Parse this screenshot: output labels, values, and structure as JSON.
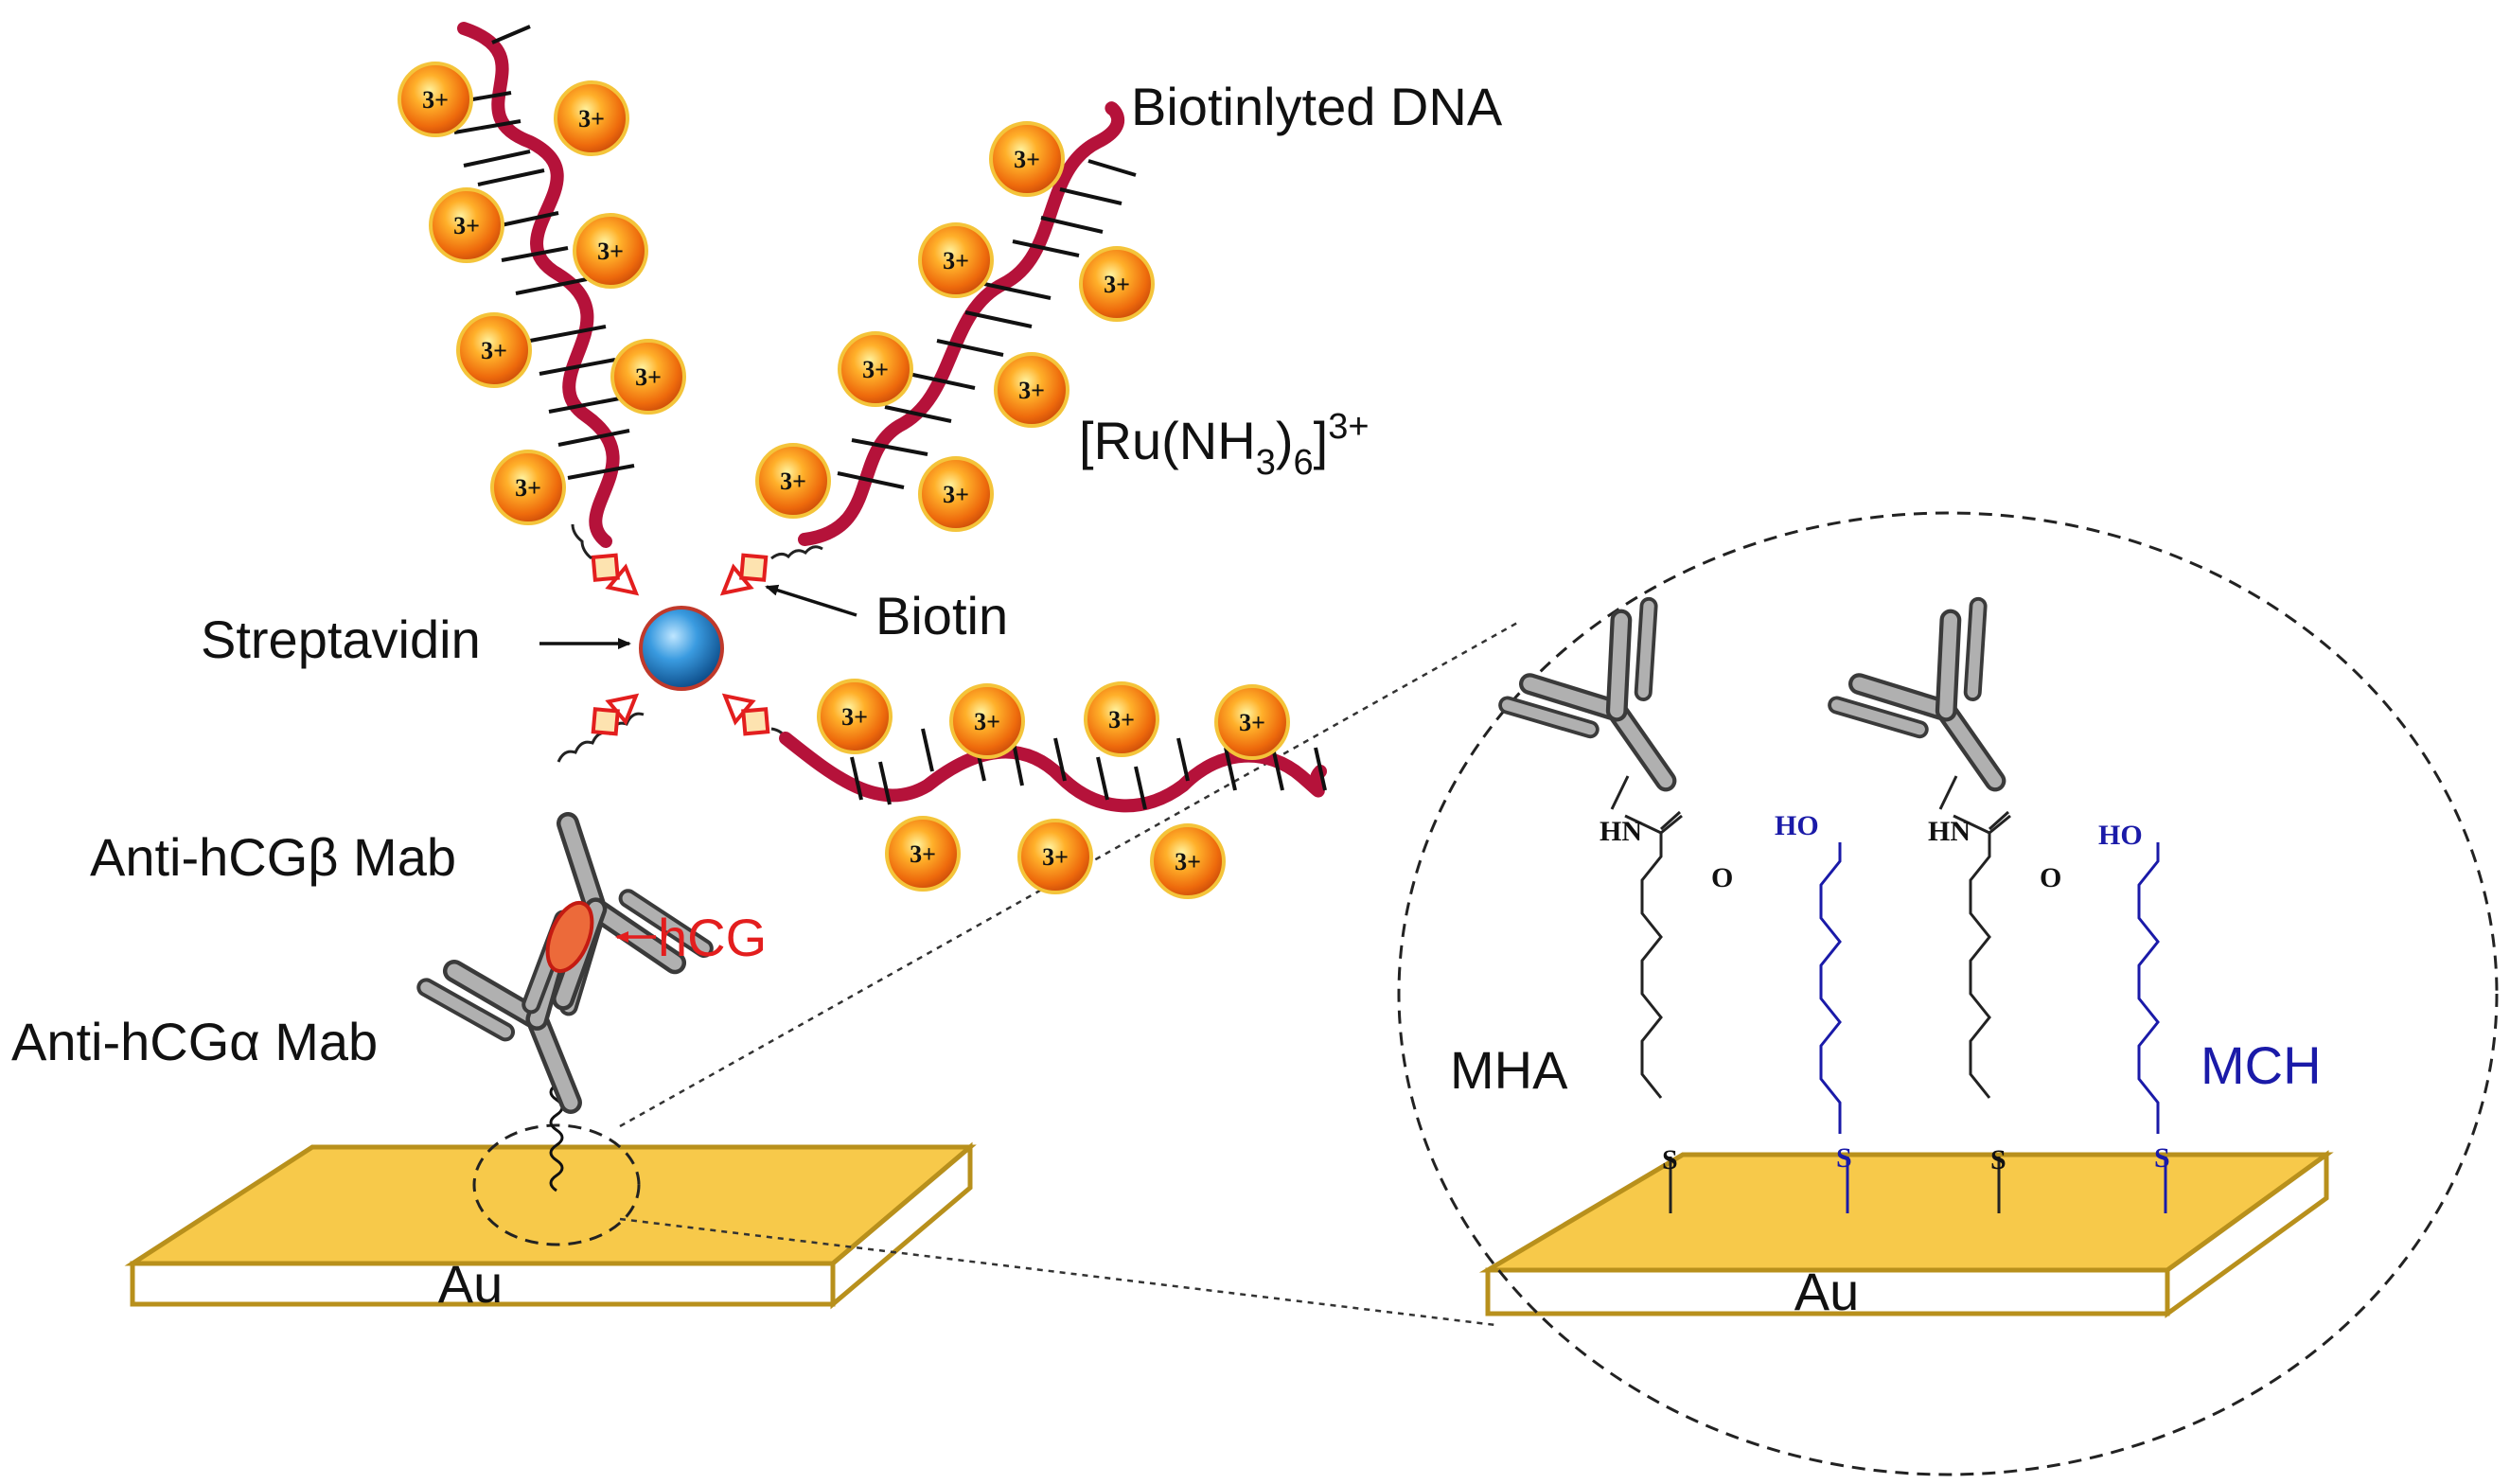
{
  "labels": {
    "biotinylated_dna": "Biotinlyted DNA",
    "ruthenium_base": "[Ru(NH",
    "ruthenium_sub3": "3",
    "ruthenium_close": ")",
    "ruthenium_sub6": "6",
    "ruthenium_bracket": "]",
    "ruthenium_charge": "3+",
    "streptavidin": "Streptavidin",
    "biotin": "Biotin",
    "anti_beta": "Anti-hCGβ Mab",
    "hcg": "hCG",
    "anti_alpha": "Anti-hCGα Mab",
    "gold_left": "Au",
    "gold_right": "Au",
    "mha": "MHA",
    "mch": "MCH"
  },
  "chem": {
    "hn": "HN",
    "o": "O",
    "ho": "HO",
    "s": "S"
  },
  "ion_charge": "3+",
  "colors": {
    "dna_strand": "#b5123a",
    "ion_orange": "#f07d10",
    "gold": "#f7c94a",
    "gold_edge": "#b8901c",
    "antibody": "#8a8a8a",
    "streptavidin": "#1e78c2",
    "hcg_red": "#e43a1e",
    "mch_blue": "#1a1aa8"
  },
  "icons": [
    "antibody-icon",
    "streptavidin-icon",
    "biotin-icon",
    "dna-icon",
    "ion-icon",
    "gold-electrode-icon"
  ]
}
